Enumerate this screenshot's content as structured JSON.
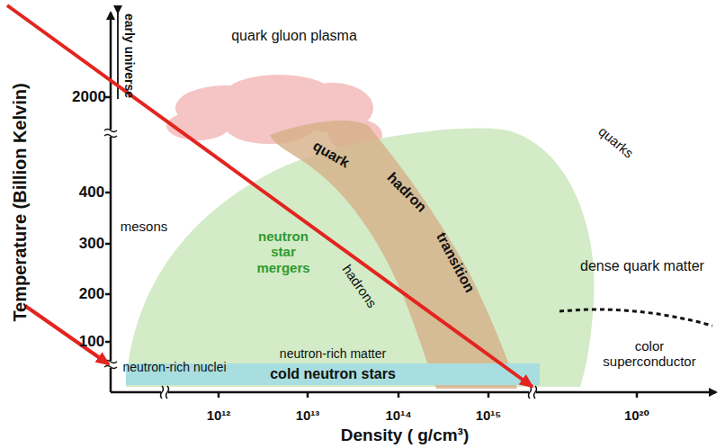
{
  "diagram": {
    "nodes": [
      {
        "text": [
          "neutron star mergers",
          "hadrons",
          "neutron-rich matter"
        ]
      },
      {
        "text": [
          "cold neutron stars"
        ]
      }
    ],
    "labels": [
      "early universe",
      "Temperature (Billion Kelvin)",
      "2000",
      "400",
      "300",
      "200",
      "100",
      "quark gluon plasma",
      "quark",
      "hadron",
      "transition",
      "quarks",
      "mesons",
      "dense quark matter",
      "neutron-rich nuclei",
      "color superconductor",
      "10¹²",
      "10¹³",
      "10¹⁴",
      "10¹⁵",
      "10²⁰",
      "Density ( g/cm³)"
    ]
  }
}
